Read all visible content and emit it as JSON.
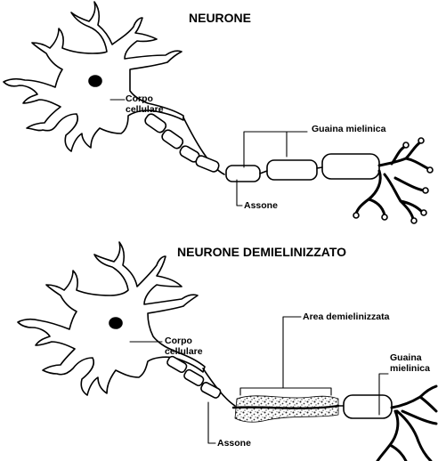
{
  "top": {
    "title": "NEURONE",
    "cell_body_line1": "Corpo",
    "cell_body_line2": "cellulare",
    "myelin_sheath": "Guaina mielinica",
    "axon": "Assone"
  },
  "bottom": {
    "title": "NEURONE DEMIELINIZZATO",
    "cell_body_line1": "Corpo",
    "cell_body_line2": "cellulare",
    "demyelinated_area": "Area demielinizzata",
    "myelin_line1": "Guaina",
    "myelin_line2": "mielinica",
    "axon": "Assone"
  }
}
